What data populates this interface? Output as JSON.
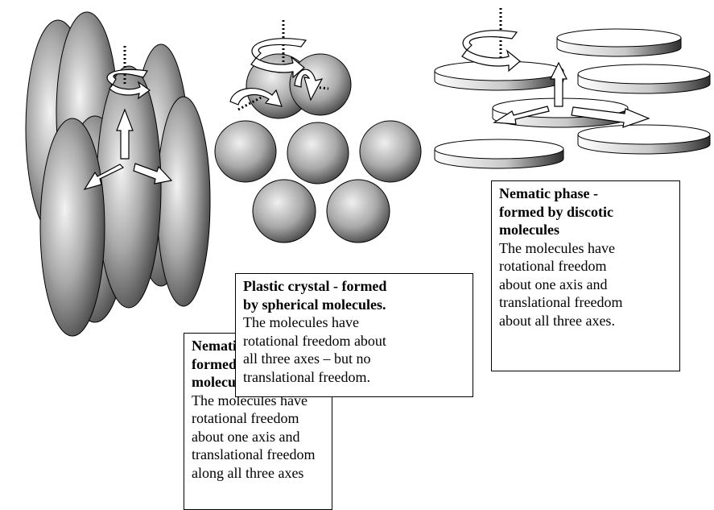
{
  "captions": {
    "calamitic": {
      "title_lines": [
        "Nematic phase -",
        "formed by calamitic",
        "molecules."
      ],
      "body_lines": [
        "The molecules have",
        "rotational freedom",
        "about one axis and",
        "translational freedom",
        "along all three axes"
      ]
    },
    "plastic": {
      "title_lines": [
        "Plastic crystal - formed",
        "by spherical molecules."
      ],
      "body_lines": [
        "The molecules have",
        "rotational freedom about",
        "all three axes – but no",
        "translational freedom."
      ]
    },
    "discotic": {
      "title_lines": [
        "Nematic phase -",
        "formed by discotic",
        "molecules"
      ],
      "body_lines": [
        "The molecules have",
        "rotational freedom",
        "about one axis and",
        "translational freedom",
        "about all three axes."
      ]
    }
  },
  "colors": {
    "outline": "#000000",
    "molecule_dark": "#2a2a2a",
    "molecule_light": "#f2f2f2",
    "arrow_fill": "#ffffff"
  },
  "icons": {
    "rotation": "curved-rotation-arrow-icon",
    "translation": "straight-translation-arrow-icon",
    "axis": "dotted-axis-line"
  }
}
